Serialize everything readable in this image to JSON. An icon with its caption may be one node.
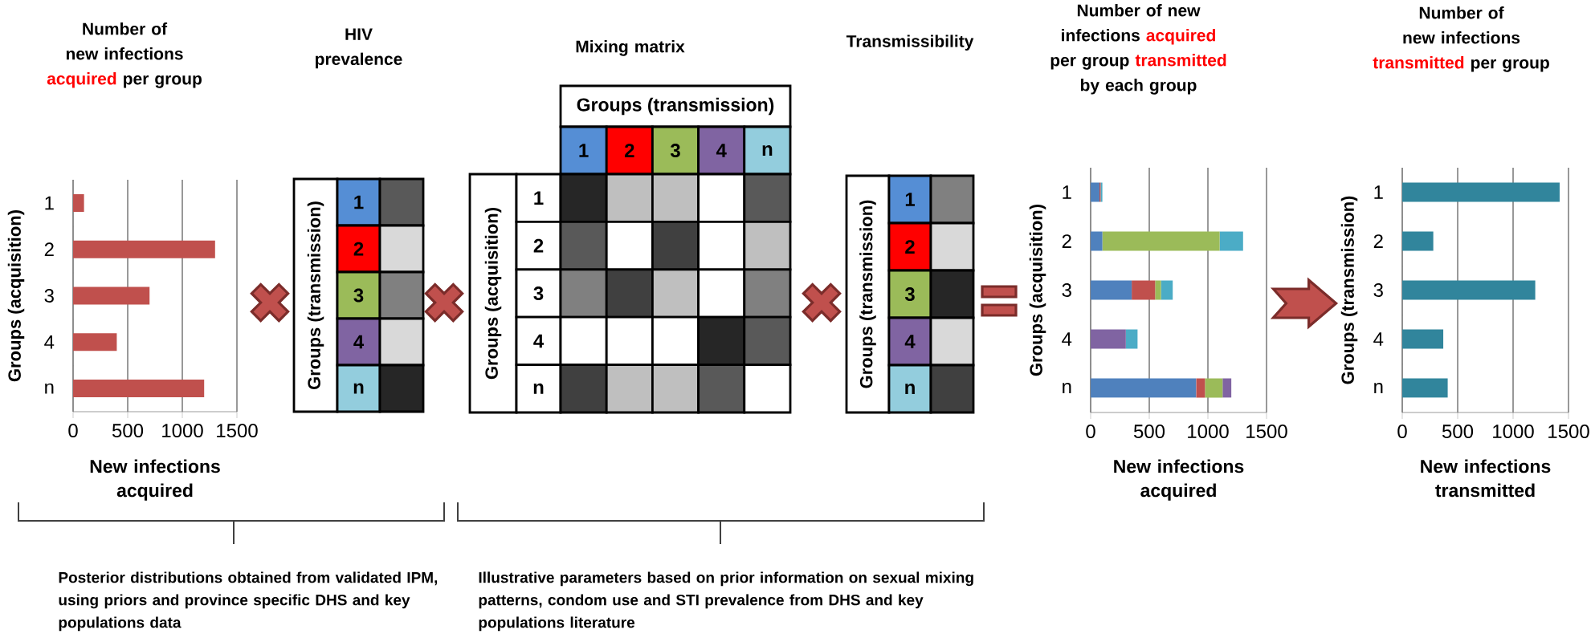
{
  "diagram": {
    "nodes": [
      {
        "text": [
          "Number of new infections *acquired* per group"
        ]
      },
      {
        "text": [
          "Groups (transmission)",
          "1",
          "2",
          "3",
          "4",
          "n"
        ]
      },
      {
        "text": [
          "Mixing matrix",
          "Groups (transmission)",
          "Groups (acquisition)",
          "1",
          "2",
          "3",
          "4",
          "n",
          "1",
          "2",
          "3",
          "4",
          "n"
        ]
      },
      {
        "text": [
          "Groups (transmission)",
          "1",
          "2",
          "3",
          "4",
          "n"
        ]
      },
      {
        "text": [
          "Number of new infections *acquired* per group *transmitted* by each group"
        ]
      },
      {
        "text": [
          "Number of new infections *transmitted* per group"
        ]
      }
    ],
    "edges": [
      {
        "from": 4,
        "to": 5,
        "arrow": "to"
      }
    ],
    "labels": [
      "HIV prevalence",
      "Transmissibility",
      "Posterior distributions obtained from validated IPM, using priors and province specific DHS and key populations data",
      "Illustrative parameters based on prior information on sexual mixing patterns, condom use and STI prevalence from DHS and key populations literature"
    ],
    "chart_data": [
      {
        "type": "bar",
        "orientation": "horizontal",
        "xlabel": "New infections acquired",
        "ylabel": "Groups (acquisition)",
        "categories": [
          "1",
          "2",
          "3",
          "4",
          "n"
        ],
        "xlim": [
          0,
          1500
        ],
        "xticks": [
          0,
          500,
          1000,
          1500
        ],
        "series": [
          {
            "color": "#c0504d",
            "values": [
              100,
              1300,
              700,
              400,
              1200
            ]
          }
        ]
      },
      {
        "type": "bar",
        "orientation": "horizontal",
        "stacked": true,
        "xlabel": "New infections acquired",
        "ylabel": "Groups (acquisition)",
        "categories": [
          "1",
          "2",
          "3",
          "4",
          "n"
        ],
        "xlim": [
          0,
          1500
        ],
        "xticks": [
          0,
          500,
          1000,
          1500
        ],
        "series": [
          {
            "color": "#4f81bd",
            "values": [
              75,
              100,
              350,
              null,
              900
            ]
          },
          {
            "color": "#c0504d",
            "values": [
              10,
              null,
              200,
              null,
              75
            ]
          },
          {
            "color": "#9bbb59",
            "values": [
              null,
              1000,
              50,
              null,
              150
            ]
          },
          {
            "color": "#8064a2",
            "values": [
              null,
              null,
              null,
              300,
              75
            ]
          },
          {
            "color": "#4bacc6",
            "values": [
              15,
              200,
              100,
              100,
              null
            ]
          }
        ]
      },
      {
        "type": "bar",
        "orientation": "horizontal",
        "xlabel": "New infections transmitted",
        "ylabel": "Groups (transmission)",
        "categories": [
          "1",
          "2",
          "3",
          "4",
          "n"
        ],
        "xlim": [
          0,
          1500
        ],
        "xticks": [
          0,
          500,
          1000,
          1500
        ],
        "series": [
          {
            "color": "#31859c",
            "values": [
              1420,
              280,
              1200,
              370,
              410
            ]
          }
        ]
      }
    ]
  }
}
